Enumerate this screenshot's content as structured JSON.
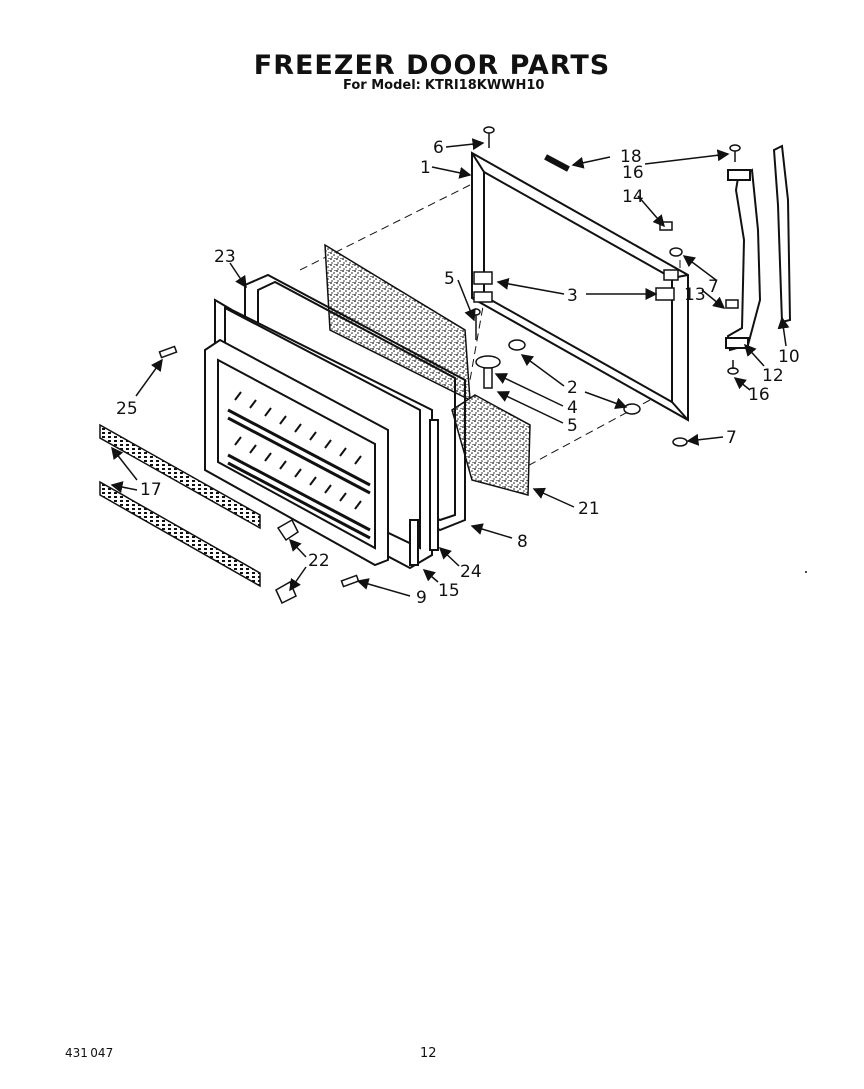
{
  "header": {
    "title": "FREEZER DOOR PARTS",
    "model_prefix": "For Model:",
    "model": "KTRI18KWWH10"
  },
  "callouts": {
    "c1": "1",
    "c2": "2",
    "c3": "3",
    "c4": "4",
    "c5a": "5",
    "c5b": "5",
    "c6": "6",
    "c7a": "7",
    "c7b": "7",
    "c8": "8",
    "c9": "9",
    "c10": "10",
    "c12": "12",
    "c13": "13",
    "c14": "14",
    "c15": "15",
    "c16a": "16",
    "c16b": "16",
    "c17": "17",
    "c18": "18",
    "c21": "21",
    "c22": "22",
    "c23": "23",
    "c24": "24",
    "c25": "25"
  },
  "footer": {
    "doc_number": "431 047",
    "page": "12"
  }
}
